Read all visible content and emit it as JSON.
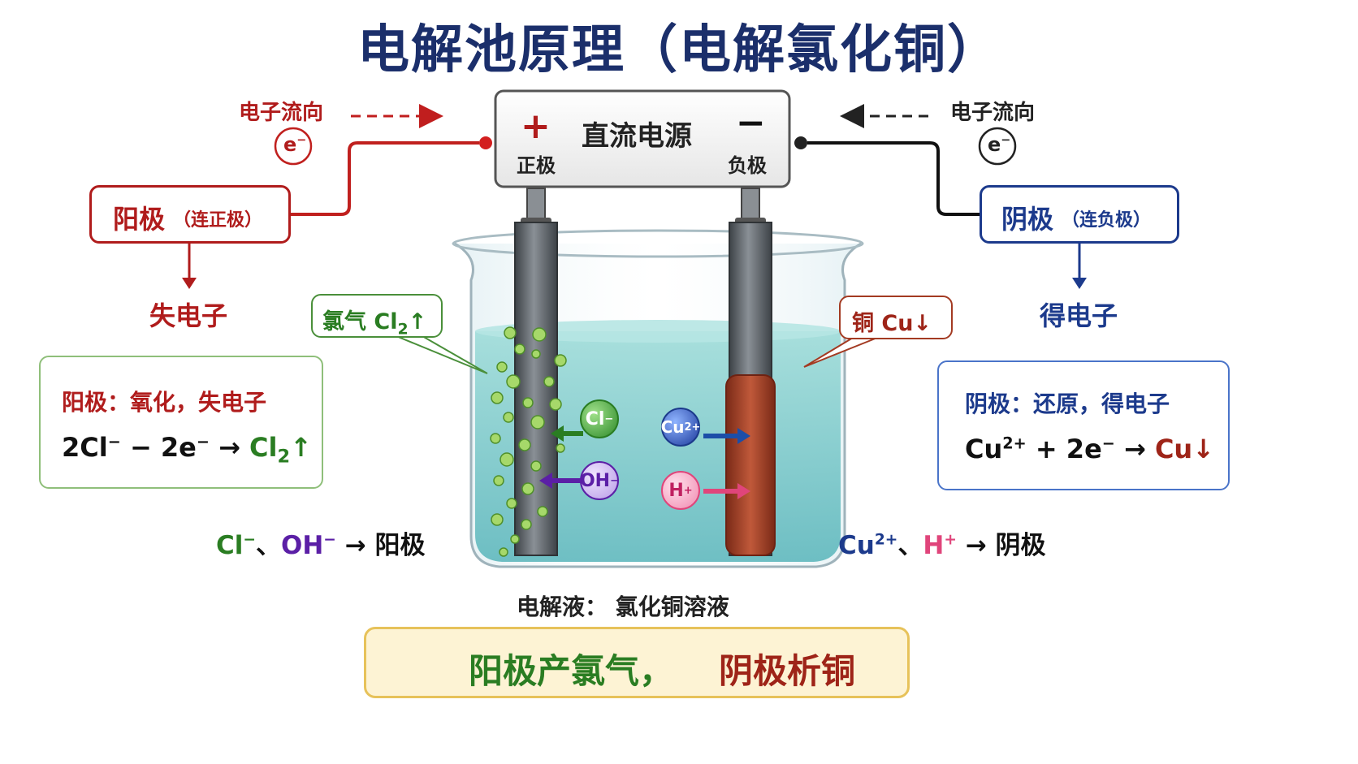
{
  "title": "电解池原理（电解氯化铜）",
  "power_supply": {
    "label": "直流电源",
    "positive_symbol": "+",
    "negative_symbol": "−",
    "positive_label": "正极",
    "negative_label": "负极"
  },
  "electron_flow": {
    "left_label": "电子流向",
    "right_label": "电子流向",
    "electron": "e",
    "electron_charge": "−"
  },
  "anode": {
    "name": "阳极",
    "connection": "（连正极）",
    "action": "失电子",
    "gas_tag": "氯气 Cl",
    "gas_sub": "2",
    "gas_arrow": "↑",
    "info_title": "阳极：氧化，失电子",
    "eq_left": "2Cl",
    "eq_mid": " − 2e",
    "eq_arrow": " → ",
    "eq_product": "Cl",
    "eq_sub": "2",
    "eq_up": "↑",
    "ions_line_a": "Cl",
    "ions_sep": "、",
    "ions_line_b": "OH",
    "ions_target": " → 阳极"
  },
  "cathode": {
    "name": "阴极",
    "connection": "（连负极）",
    "action": "得电子",
    "deposit_tag": "铜 Cu↓",
    "info_title": "阴极：还原，得电子",
    "eq_left": "Cu",
    "eq_left_charge": "2+",
    "eq_mid": " + 2e",
    "eq_arrow": " → ",
    "eq_product": "Cu↓",
    "ions_line_a": "Cu",
    "ions_a_charge": "2+",
    "ions_sep": "、",
    "ions_line_b": "H",
    "ions_b_charge": "+",
    "ions_target": " → 阴极"
  },
  "ions": {
    "cl": "Cl",
    "cl_charge": "−",
    "oh": "OH",
    "oh_charge": "−",
    "cu": "Cu",
    "cu_charge": "2+",
    "h": "H",
    "h_charge": "+"
  },
  "electrolyte_label": "电解液：  氯化铜溶液",
  "summary": {
    "anode_part": "阳极产氯气，",
    "cathode_part": "阴极析铜"
  },
  "colors": {
    "title": "#1b2f6b",
    "anode_red": "#b01c1c",
    "cathode_blue": "#1c3a8c",
    "chlorine_green": "#2a7d22",
    "solution": "#7fd0d0",
    "copper": "#a33a22",
    "summary_bg": "#fdf3d4"
  }
}
